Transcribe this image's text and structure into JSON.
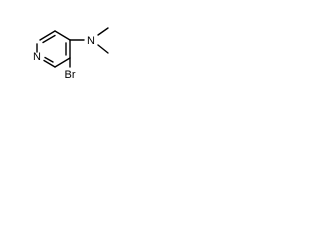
{
  "molecule": {
    "atoms": {
      "ring_n": "N",
      "amine_n": "N",
      "bromine": "Br"
    }
  },
  "colors": {
    "bond": "#000000",
    "label": "#000000",
    "background": "#ffffff"
  }
}
